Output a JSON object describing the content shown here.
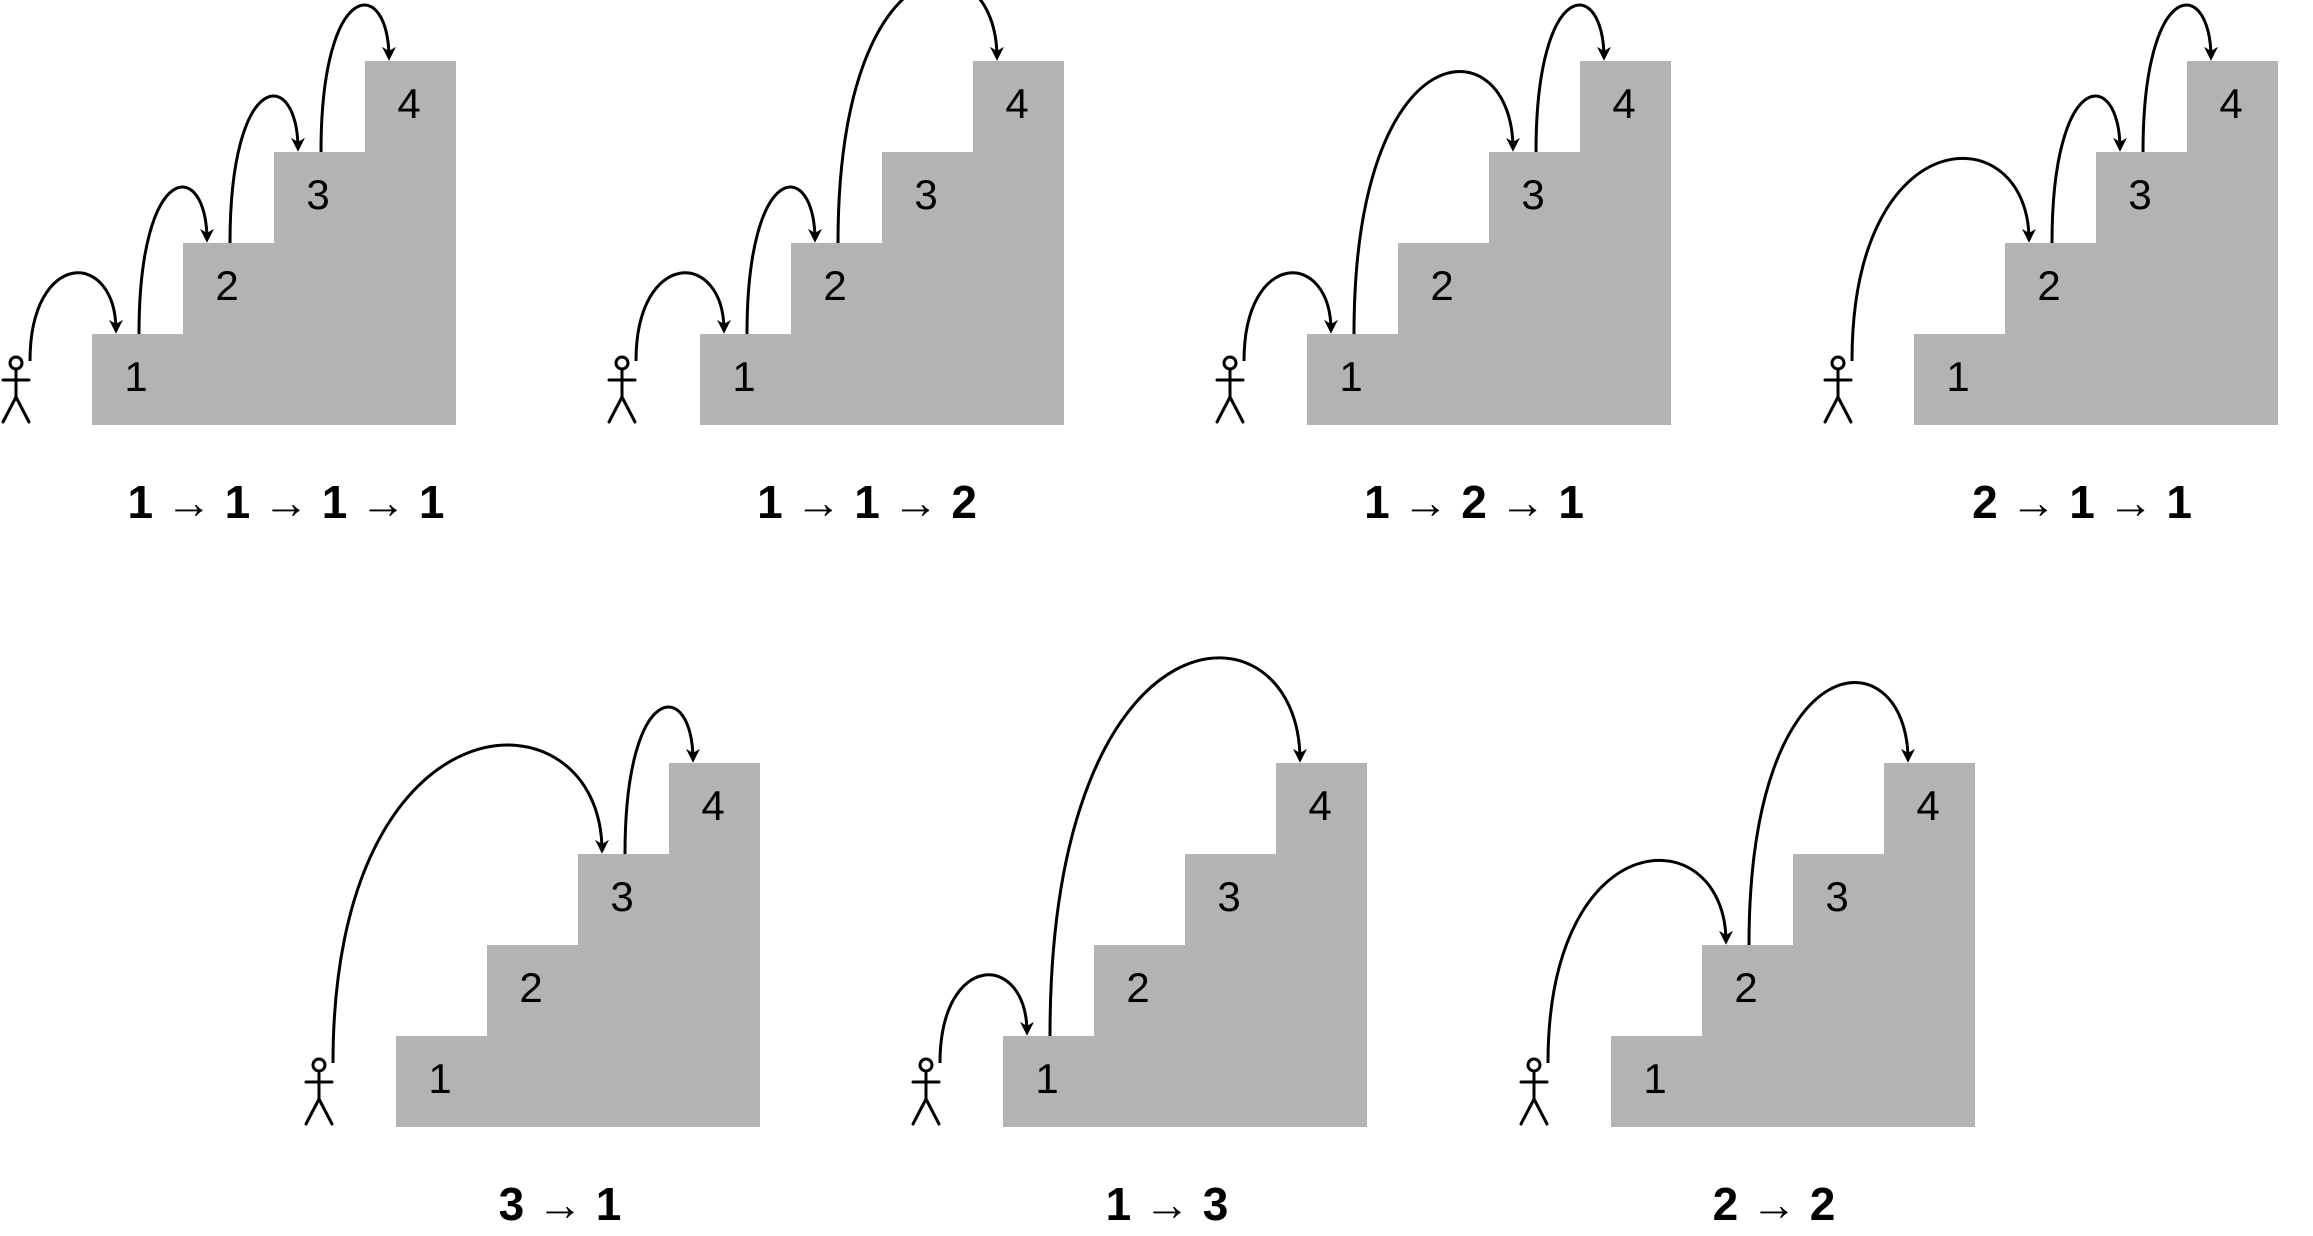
{
  "step_labels": [
    "1",
    "2",
    "3",
    "4"
  ],
  "colors": {
    "stairs": "#b3b3b3",
    "ink": "#000000",
    "background": "#ffffff"
  },
  "icons": {
    "person": "stick-figure-icon"
  },
  "panels": [
    {
      "label": "1 → 1 → 1 → 1",
      "jumps": [
        1,
        1,
        1,
        1
      ]
    },
    {
      "label": "1 → 1 → 2",
      "jumps": [
        1,
        1,
        2
      ]
    },
    {
      "label": "1 → 2 → 1",
      "jumps": [
        1,
        2,
        1
      ]
    },
    {
      "label": "2 → 1 → 1",
      "jumps": [
        2,
        1,
        1
      ]
    },
    {
      "label": "3 → 1",
      "jumps": [
        3,
        1
      ]
    },
    {
      "label": "1 → 3",
      "jumps": [
        1,
        3
      ]
    },
    {
      "label": "2 → 2",
      "jumps": [
        2,
        2
      ]
    }
  ]
}
